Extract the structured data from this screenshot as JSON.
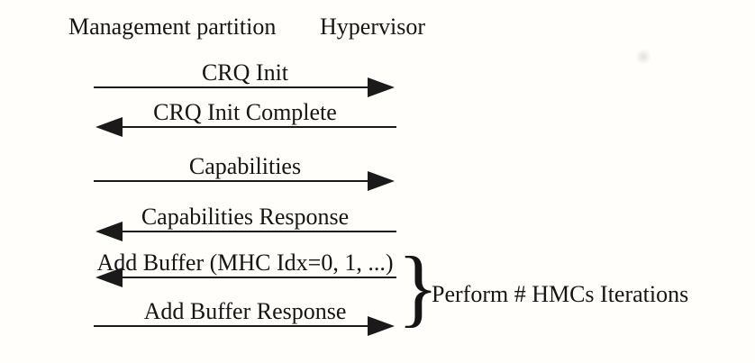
{
  "diagram": {
    "participants": {
      "left": "Management partition",
      "right": "Hypervisor"
    },
    "messages": [
      {
        "label": "CRQ Init",
        "direction": "right"
      },
      {
        "label": "CRQ Init Complete",
        "direction": "left"
      },
      {
        "label": "Capabilities",
        "direction": "right"
      },
      {
        "label": "Capabilities Response",
        "direction": "left"
      },
      {
        "label": "Add Buffer (MHC Idx=0, 1, ...)",
        "direction": "left"
      },
      {
        "label": "Add Buffer Response",
        "direction": "right"
      }
    ],
    "iteration_group": {
      "brace_glyph": "}",
      "label": "Perform # HMCs Iterations",
      "grouped_message_indexes": [
        4,
        5
      ]
    },
    "colors": {
      "ink": "#151515",
      "line": "#1a1a1a",
      "background": "#fffefb"
    }
  }
}
